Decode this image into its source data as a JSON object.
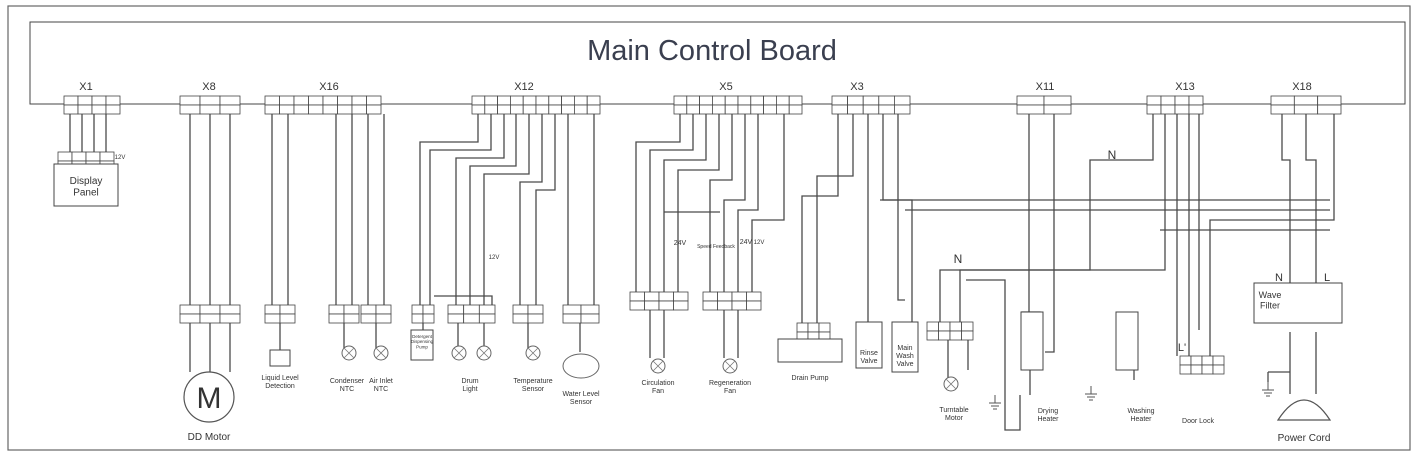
{
  "title": "Main Control Board",
  "connectors": [
    "X1",
    "X8",
    "X16",
    "X12",
    "X5",
    "X3",
    "X11",
    "X13",
    "X18"
  ],
  "components": {
    "display_panel": "Display\nPanel",
    "dd_motor_symbol": "M",
    "dd_motor": "DD Motor",
    "liquid_level": "Liquid Level\nDetection",
    "condenser_ntc": "Condenser\nNTC",
    "air_inlet_ntc": "Air Inlet\nNTC",
    "detergent_pump": "Detergent\nDispensing\nPump",
    "drum_light": "Drum\nLight",
    "temperature_sensor": "Temperature\nSensor",
    "water_level_sensor": "Water Level\nSensor",
    "circulation_fan": "Circulation\nFan",
    "regeneration_fan": "Regeneration\nFan",
    "drain_pump": "Drain Pump",
    "rinse_valve": "Rinse\nValve",
    "main_wash_valve": "Main\nWash\nValve",
    "turntable_motor": "Turntable\nMotor",
    "drying_heater": "Drying\nHeater",
    "washing_heater": "Washing\nHeater",
    "door_lock": "Door Lock",
    "wave_filter": "Wave\nFilter",
    "power_cord": "Power Cord"
  },
  "wire_labels": {
    "x1_12v": "12V",
    "x5_24v_a": "24V",
    "x5_24v_b": "24V",
    "x5_12v": "12V",
    "x12_12v": "12V",
    "neutral_1": "N",
    "neutral_2": "N",
    "wave_n": "N",
    "wave_l": "L",
    "door_l": "L'",
    "speed_feedback": "Speed Feedback"
  }
}
